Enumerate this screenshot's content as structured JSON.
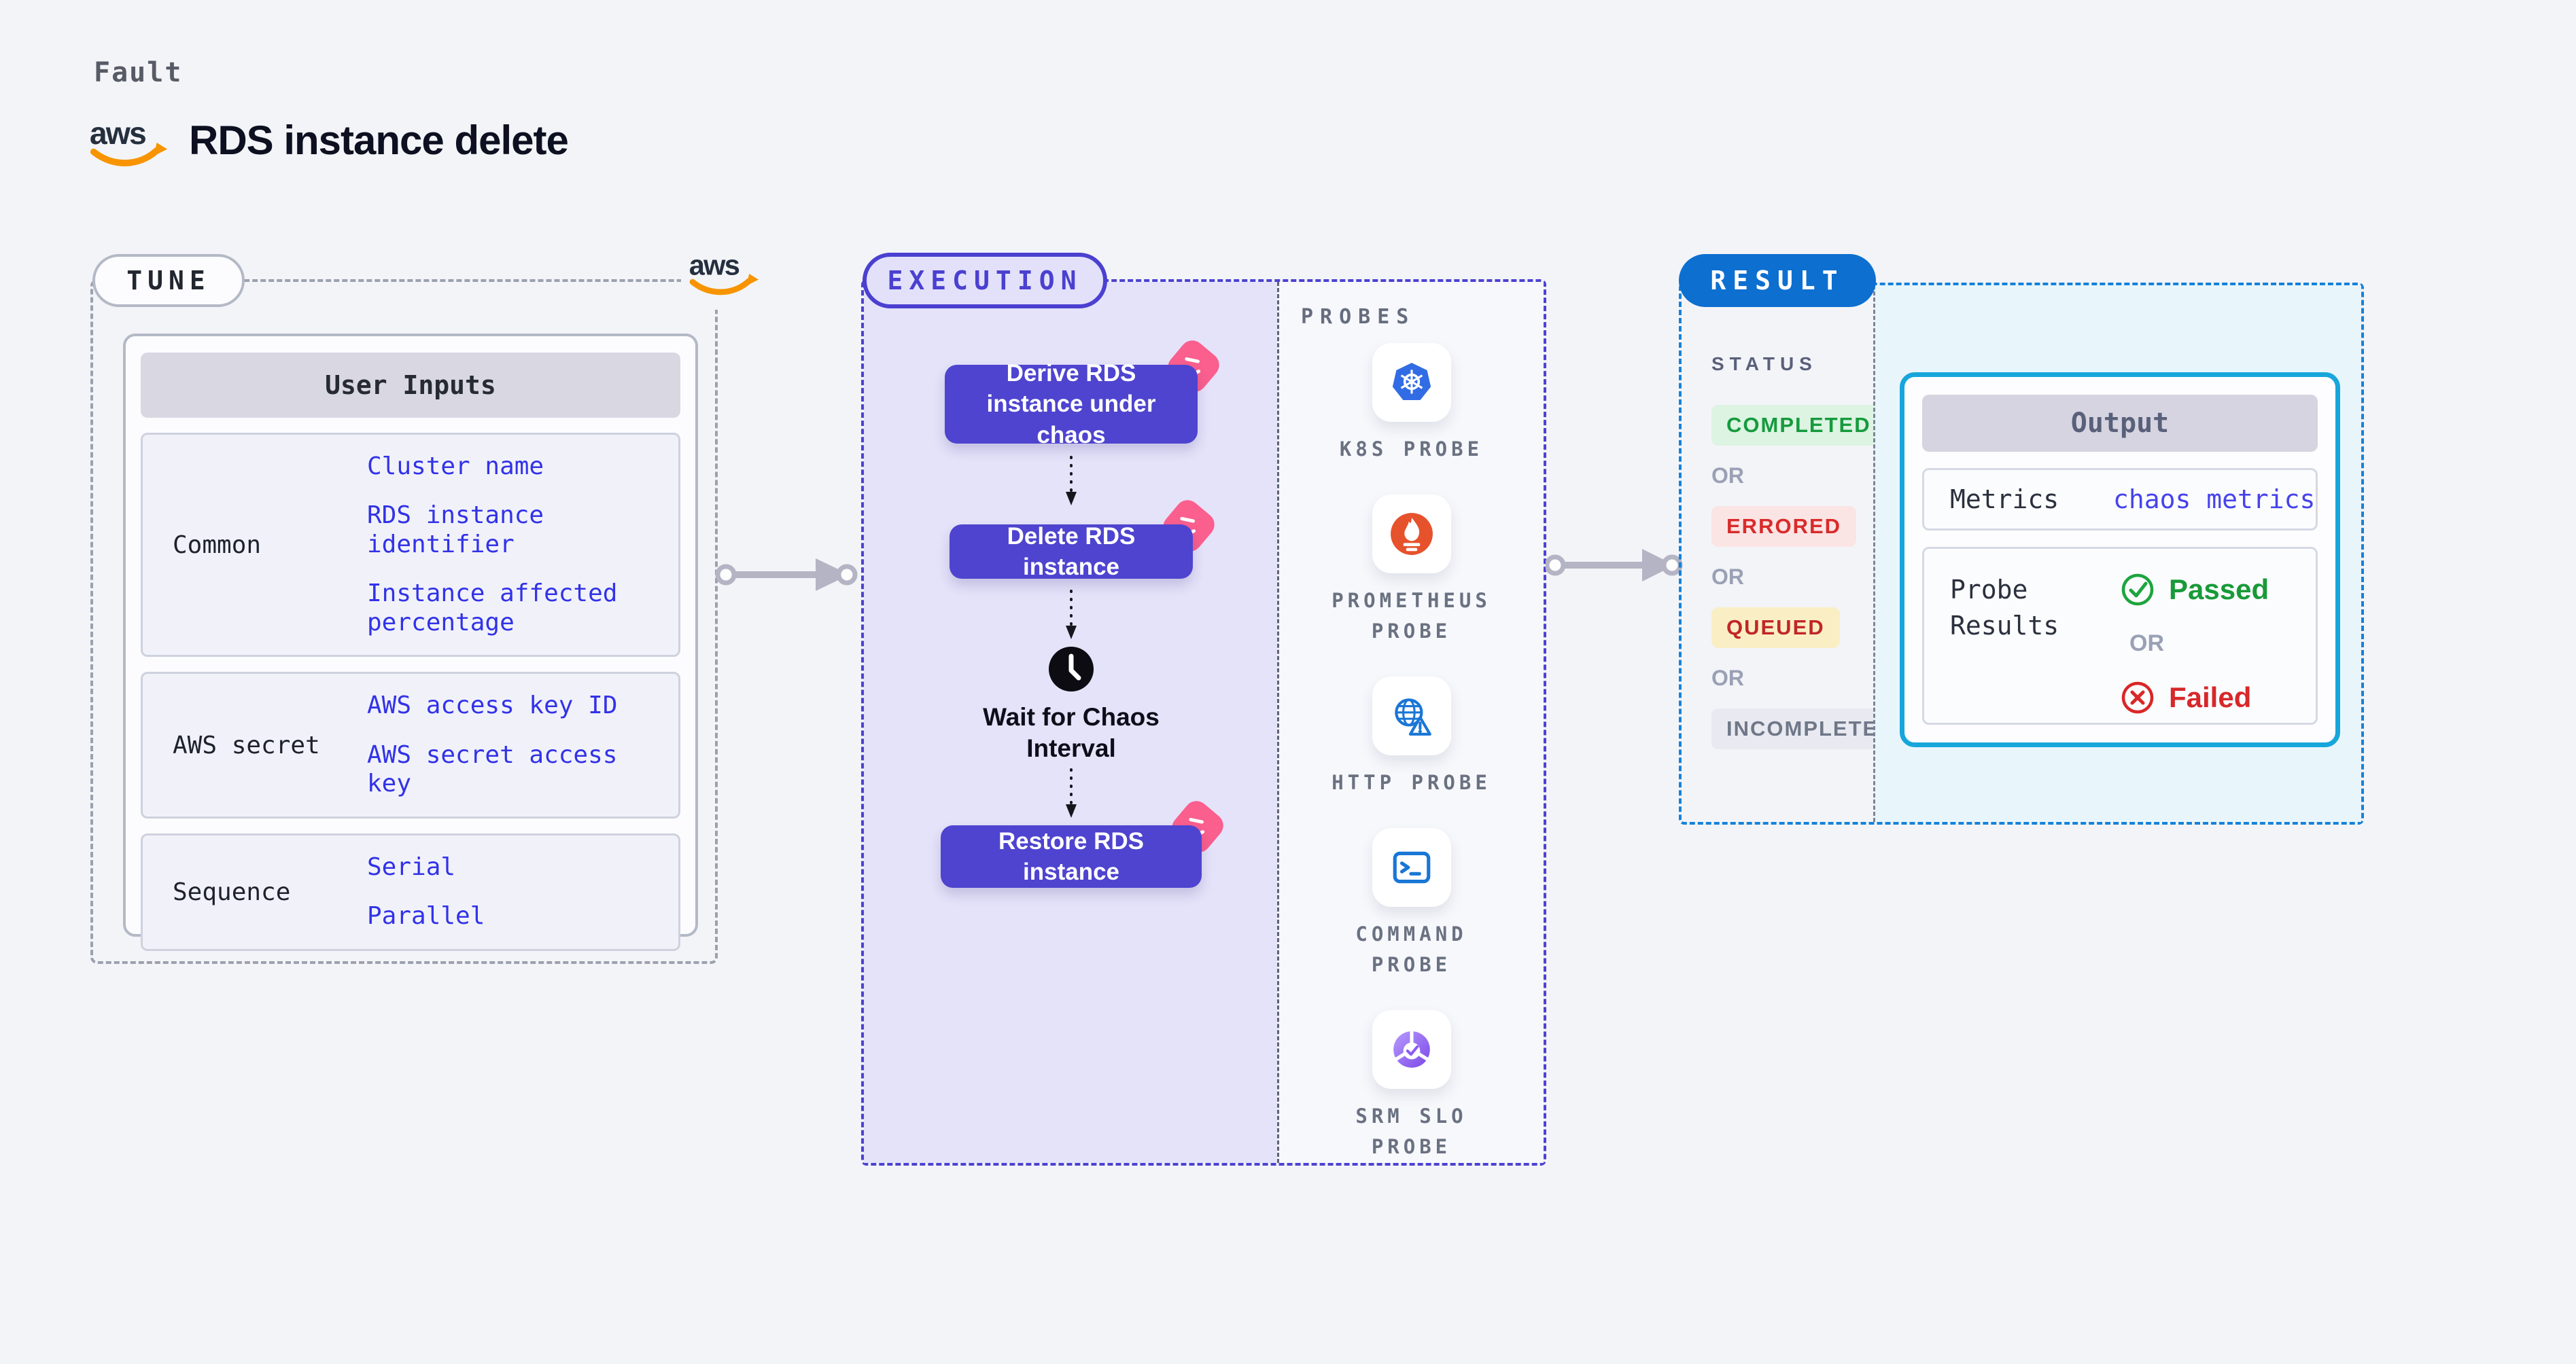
{
  "header": {
    "fault_label": "Fault",
    "title": "RDS instance delete",
    "aws_logo_text": "aws"
  },
  "tune": {
    "pill_label": "TUNE",
    "aws_logo_text": "aws",
    "user_inputs": {
      "header": "User Inputs",
      "rows": [
        {
          "label": "Common",
          "links": [
            "Cluster name",
            "RDS instance identifier",
            "Instance affected percentage"
          ]
        },
        {
          "label": "AWS secret",
          "links": [
            "AWS access key ID",
            "AWS secret access key"
          ]
        },
        {
          "label": "Sequence",
          "links": [
            "Serial",
            "Parallel"
          ]
        }
      ]
    }
  },
  "execution": {
    "pill_label": "EXECUTION",
    "steps": [
      {
        "label": "Derive RDS instance under chaos"
      },
      {
        "label": "Delete RDS instance"
      },
      {
        "label": "Wait for Chaos Interval",
        "type": "wait"
      },
      {
        "label": "Restore RDS instance"
      }
    ]
  },
  "probes": {
    "panel_label": "PROBES",
    "items": [
      {
        "label": "K8S PROBE",
        "icon": "kubernetes-icon"
      },
      {
        "label": "PROMETHEUS PROBE",
        "icon": "prometheus-icon"
      },
      {
        "label": "HTTP PROBE",
        "icon": "globe-alert-icon"
      },
      {
        "label": "COMMAND PROBE",
        "icon": "terminal-icon"
      },
      {
        "label": "SRM SLO PROBE",
        "icon": "slo-check-icon"
      }
    ]
  },
  "result": {
    "pill_label": "RESULT",
    "status": {
      "heading": "STATUS",
      "or_label": "OR",
      "badges": [
        {
          "label": "COMPLETED",
          "tone": "green"
        },
        {
          "label": "ERRORED",
          "tone": "red"
        },
        {
          "label": "QUEUED",
          "tone": "yellow"
        },
        {
          "label": "INCOMPLETED",
          "tone": "gray"
        }
      ]
    },
    "output": {
      "header": "Output",
      "metrics_label": "Metrics",
      "metrics_link": "chaos metrics",
      "probe_results_label": "Probe Results",
      "passed_label": "Passed",
      "or_label": "OR",
      "failed_label": "Failed"
    }
  },
  "colors": {
    "page_bg": "#f3f4f8",
    "accent_indigo": "#4a40d0",
    "button_purple": "#4e44cf",
    "chaos_pink": "#fa5f8e",
    "lavender_panel": "#e5e3f9",
    "result_blue": "#0d6fd0",
    "result_dash_blue": "#1482da",
    "output_cyan_border": "#17a6db",
    "cyan_panel": "#e8f6fc",
    "link_blue": "#3232e8",
    "passed_green": "#189a38",
    "failed_red": "#d7282a",
    "queued_yellow_bg": "#faeec5",
    "aws_orange": "#f79400"
  }
}
